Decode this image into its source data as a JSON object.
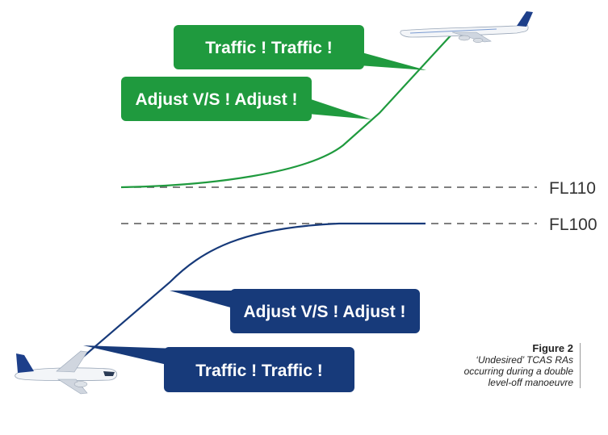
{
  "colors": {
    "green": "#1f9a3e",
    "navy": "#173a7a",
    "dash": "#555555"
  },
  "upper_aircraft": {
    "traffic_callout": "Traffic ! Traffic !",
    "adjust_callout": "Adjust V/S ! Adjust !"
  },
  "lower_aircraft": {
    "adjust_callout": "Adjust V/S ! Adjust !",
    "traffic_callout": "Traffic ! Traffic !"
  },
  "flight_levels": {
    "upper": "FL110",
    "lower": "FL100"
  },
  "caption": {
    "figure": "Figure 2",
    "lines": [
      "‘Undesired’ TCAS RAs",
      "occurring during a double",
      "level-off manoeuvre"
    ]
  }
}
